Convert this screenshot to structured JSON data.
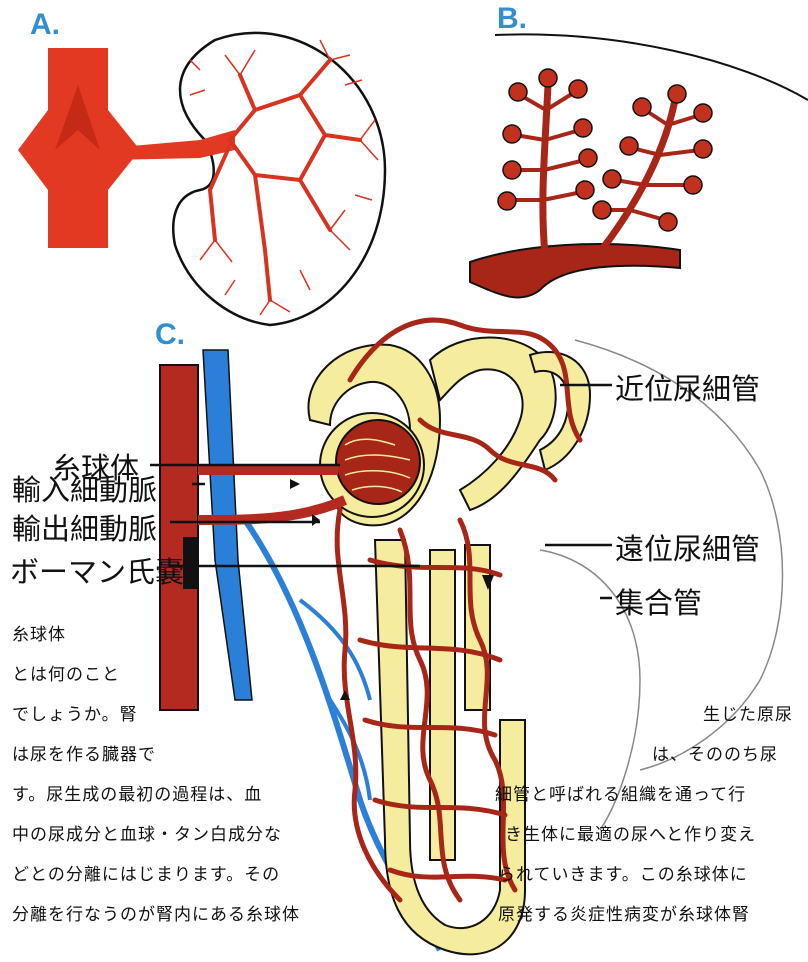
{
  "panels": {
    "a": "A.",
    "b": "B.",
    "c": "C."
  },
  "labels": {
    "glomerulus": "糸球体",
    "afferent_arteriole": "輸入細動脈",
    "efferent_arteriole": "輸出細動脈",
    "bowman_capsule": "ボーマン氏嚢",
    "proximal_tubule": "近位尿細管",
    "distal_tubule": "遠位尿細管",
    "collecting_duct": "集合管"
  },
  "text_left": [
    "糸球体",
    "とは何のこと",
    "でしょうか。腎",
    "は尿を作る臓器で",
    "す。尿生成の最初の過程は、血",
    "中の尿成分と血球・タン白成分な",
    "どとの分離にはじまります。その",
    "分離を行なうのが腎内にある糸球体"
  ],
  "text_right": [
    "生じた原尿",
    "は、そののち尿",
    "細管と呼ばれる組織を通って行",
    "き生体に最適の尿へと作り変え",
    "られていきます。この糸球体に",
    "原発する炎症性病変が糸球体腎"
  ],
  "colors": {
    "artery": "#cc2e1e",
    "vessel_dark": "#b52a20",
    "vein": "#2a7fd8",
    "tubule": "#f6ec9e",
    "panel_letter": "#2f8fcf"
  }
}
